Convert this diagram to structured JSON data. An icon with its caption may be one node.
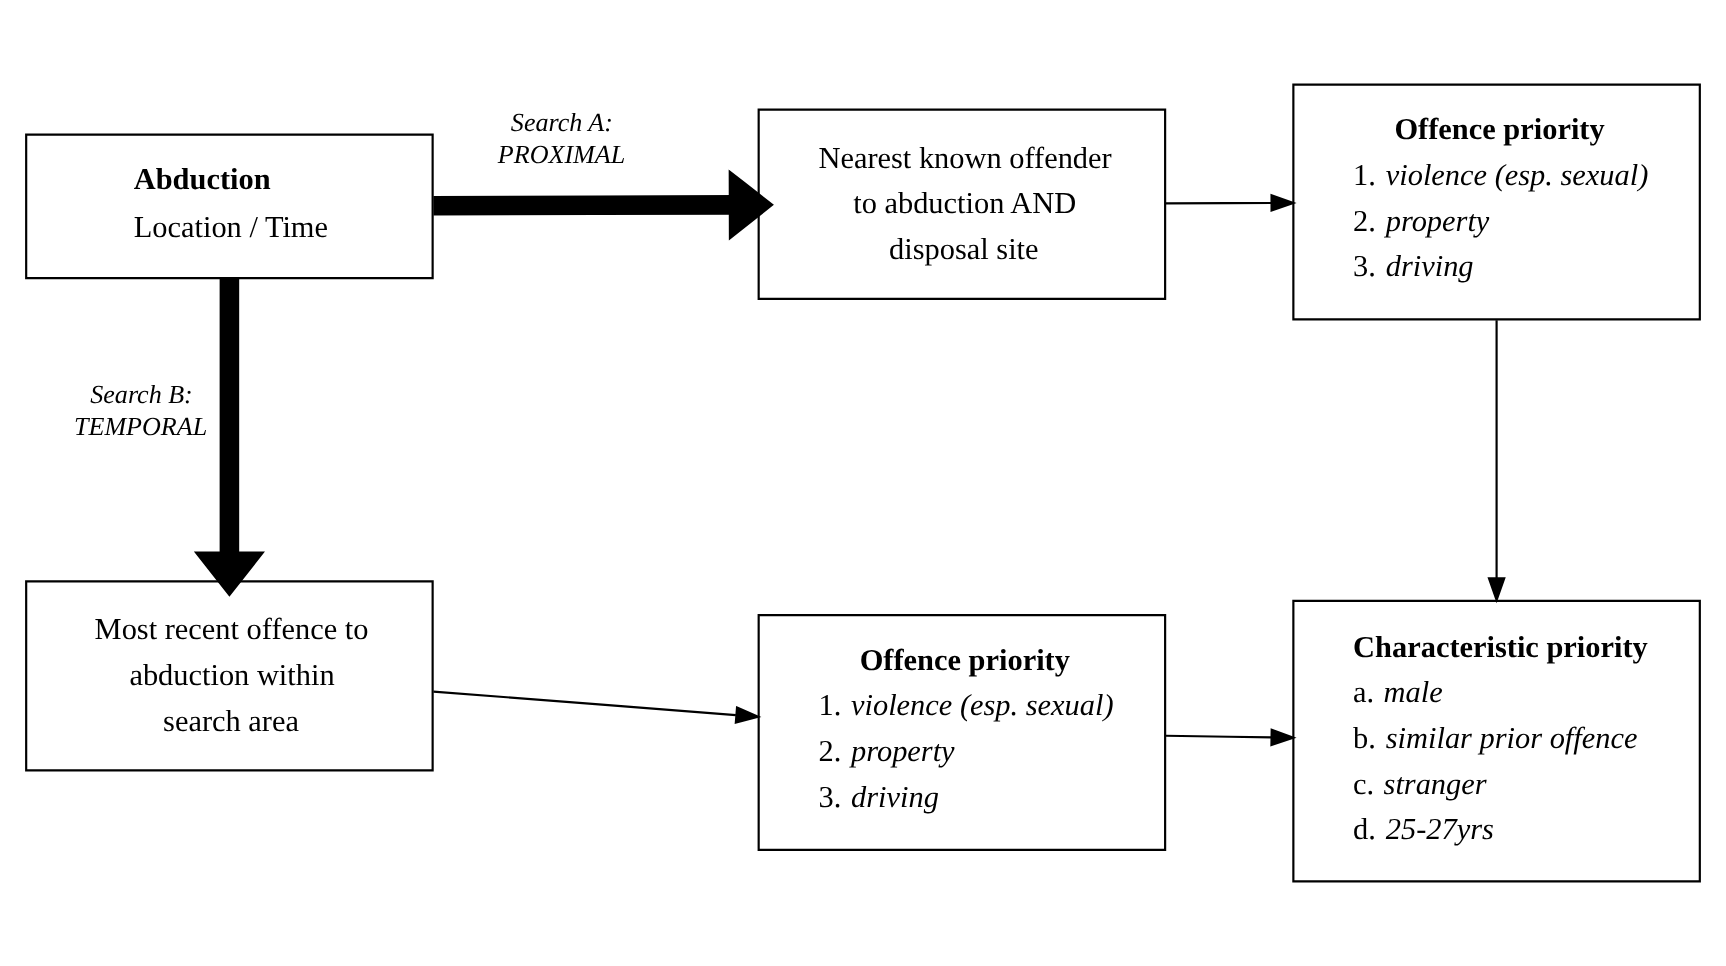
{
  "diagram": {
    "nodes": [
      {
        "text": [
          "Abduction",
          "Location / Time"
        ]
      },
      {
        "text": [
          "Nearest known offender to abduction AND disposal site"
        ]
      },
      {
        "text": [
          "Offence priority",
          "1. *violence (esp. sexual)*",
          "2. *property*",
          "3. *driving*"
        ]
      },
      {
        "text": [
          "Most recent offence to abduction within search area"
        ]
      },
      {
        "text": [
          "Offence priority",
          "1. *violence (esp. sexual)*",
          "2. *property*",
          "3. *driving*"
        ]
      },
      {
        "text": [
          "Characteristic priority",
          "a. *male*",
          "b. *similar prior offence*",
          "c. *stranger*",
          "d. *25-27yrs*"
        ]
      }
    ],
    "edges": [
      {
        "from": 0,
        "to": 1,
        "arrow": "to",
        "style": "thick",
        "label": "Search A: PROXIMAL"
      },
      {
        "from": 1,
        "to": 2,
        "arrow": "to"
      },
      {
        "from": 2,
        "to": 5,
        "arrow": "to"
      },
      {
        "from": 0,
        "to": 3,
        "arrow": "to",
        "style": "thick",
        "label": "Search B: TEMPORAL"
      },
      {
        "from": 3,
        "to": 4,
        "arrow": "to"
      },
      {
        "from": 4,
        "to": 5,
        "arrow": "to"
      }
    ]
  }
}
